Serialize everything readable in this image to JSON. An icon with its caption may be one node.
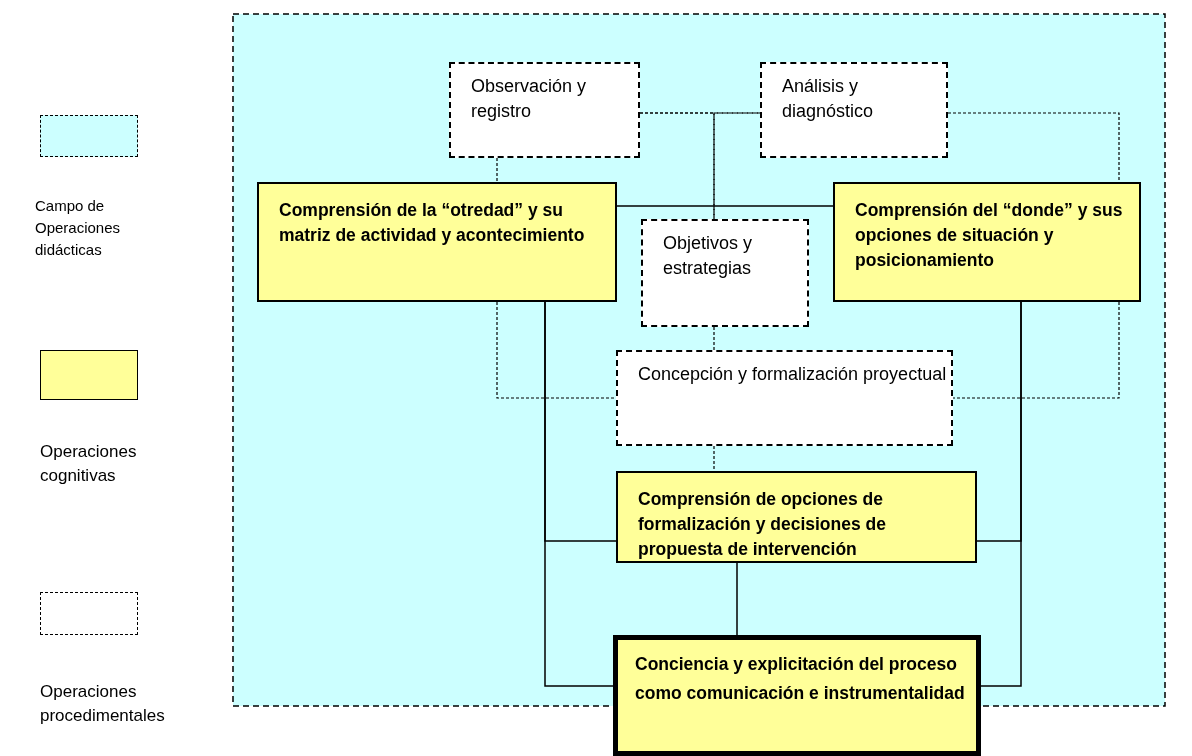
{
  "diagram": {
    "nodes": [
      {
        "text": [
          "Observación y registro"
        ]
      },
      {
        "text": [
          "Análisis y diagnóstico"
        ]
      },
      {
        "text": [
          "Comprensión de la “otredad” y su matriz de actividad y acontecimiento"
        ]
      },
      {
        "text": [
          "Comprensión del “donde” y sus opciones de situación y posicionamiento"
        ]
      },
      {
        "text": [
          "Objetivos y estrategias"
        ]
      },
      {
        "text": [
          "Concepción y formalización proyectual"
        ]
      },
      {
        "text": [
          "Comprensión de opciones de formalización y decisiones de propuesta de intervención"
        ]
      },
      {
        "text": [
          "Conciencia y explicitación del proceso como comunicación e instrumentalidad"
        ]
      }
    ],
    "edges": [
      {
        "from": 0,
        "to": 1,
        "arrow": "none",
        "style": "dashed"
      },
      {
        "from": 0,
        "to": 4,
        "arrow": "none",
        "style": "dashed"
      },
      {
        "from": 1,
        "to": 4,
        "arrow": "none",
        "style": "dashed"
      },
      {
        "from": 0,
        "to": 2,
        "arrow": "none",
        "style": "dashed"
      },
      {
        "from": 1,
        "to": 3,
        "arrow": "none",
        "style": "dashed"
      },
      {
        "from": 4,
        "to": 5,
        "arrow": "none",
        "style": "dashed"
      },
      {
        "from": 2,
        "to": 5,
        "arrow": "none",
        "style": "dashed"
      },
      {
        "from": 3,
        "to": 5,
        "arrow": "none",
        "style": "dashed"
      },
      {
        "from": 5,
        "to": 6,
        "arrow": "none",
        "style": "dashed"
      },
      {
        "from": 2,
        "to": 3,
        "arrow": "none"
      },
      {
        "from": 2,
        "to": 7,
        "arrow": "none"
      },
      {
        "from": 2,
        "to": 6,
        "arrow": "none"
      },
      {
        "from": 3,
        "to": 7,
        "arrow": "none"
      },
      {
        "from": 3,
        "to": 6,
        "arrow": "none"
      },
      {
        "from": 6,
        "to": 7,
        "arrow": "none"
      }
    ],
    "legend": [
      {
        "text": "Campo de Operaciones didácticas",
        "color": "#ccffff"
      },
      {
        "text": "Operaciones cognitivas",
        "color": "#ffff99"
      },
      {
        "text": "Operaciones procedimentales",
        "color": "#ffffff"
      }
    ]
  }
}
